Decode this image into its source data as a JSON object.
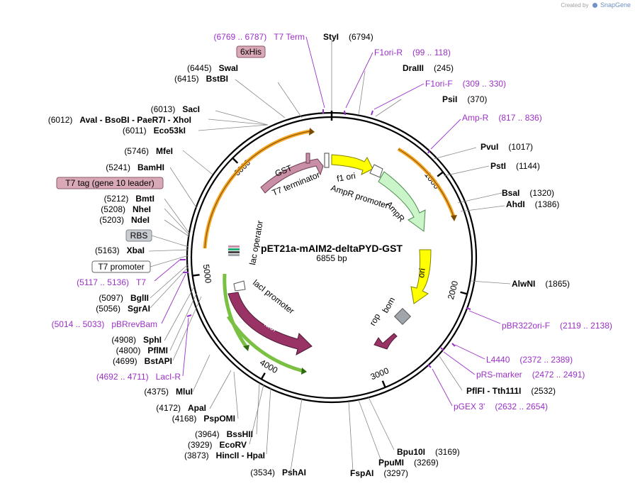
{
  "branding": {
    "created_by": "Created by",
    "product": "SnapGene"
  },
  "plasmid": {
    "name": "pET21a-mAIM2-deltaPYD-GST",
    "length": "6855 bp"
  },
  "ticks": [
    {
      "pos": 1000,
      "label": "1000"
    },
    {
      "pos": 2000,
      "label": "2000"
    },
    {
      "pos": 3000,
      "label": "3000"
    },
    {
      "pos": 4000,
      "label": "4000"
    },
    {
      "pos": 5000,
      "label": "5000"
    },
    {
      "pos": 6000,
      "label": "6000"
    }
  ],
  "colors": {
    "gst": "#c98fa6",
    "ampr": "#c9f5c9",
    "f1ori": "#ffff00",
    "ori": "#ffff00",
    "laci": "#993366",
    "rop": "#993366",
    "arrow_orange": "#f5a623",
    "arrow_green": "#5aa02c",
    "primer": "#9b30c8"
  },
  "features": [
    {
      "label": "GST"
    },
    {
      "label": "T7 terminator"
    },
    {
      "label": "f1 ori"
    },
    {
      "label": "AmpR promoter"
    },
    {
      "label": "AmpR"
    },
    {
      "label": "ori"
    },
    {
      "label": "rop"
    },
    {
      "label": "bom"
    },
    {
      "label": "lacI"
    },
    {
      "label": "lacI promoter"
    },
    {
      "label": "lac operator"
    }
  ],
  "boxed_tags": [
    {
      "label": "6xHis"
    },
    {
      "label": "T7 tag (gene 10 leader)"
    },
    {
      "label": "RBS"
    },
    {
      "label": "T7 promoter"
    }
  ],
  "sites_right": [
    {
      "name": "StyI",
      "pos": "(6794)"
    },
    {
      "name": "DraIII",
      "pos": "(245)"
    },
    {
      "name": "PsiI",
      "pos": "(370)"
    },
    {
      "name": "PvuI",
      "pos": "(1017)"
    },
    {
      "name": "PstI",
      "pos": "(1144)"
    },
    {
      "name": "BsaI",
      "pos": "(1320)"
    },
    {
      "name": "AhdI",
      "pos": "(1386)"
    },
    {
      "name": "AlwNI",
      "pos": "(1865)"
    },
    {
      "name": "PflFI - Tth111I",
      "pos": "(2532)"
    },
    {
      "name": "Bpu10I",
      "pos": "(3169)"
    },
    {
      "name": "PpuMI",
      "pos": "(3269)"
    },
    {
      "name": "FspAI",
      "pos": "(3297)"
    }
  ],
  "sites_left": [
    {
      "name": "SwaI",
      "pos": "(6445)"
    },
    {
      "name": "BstBI",
      "pos": "(6415)"
    },
    {
      "name": "SacI",
      "pos": "(6013)"
    },
    {
      "name": "AvaI - BsoBI - PaeR7I - XhoI",
      "pos": "(6012)"
    },
    {
      "name": "Eco53kI",
      "pos": "(6011)"
    },
    {
      "name": "MfeI",
      "pos": "(5746)"
    },
    {
      "name": "BamHI",
      "pos": "(5241)"
    },
    {
      "name": "BmtI",
      "pos": "(5212)"
    },
    {
      "name": "NheI",
      "pos": "(5208)"
    },
    {
      "name": "NdeI",
      "pos": "(5203)"
    },
    {
      "name": "XbaI",
      "pos": "(5163)"
    },
    {
      "name": "BglII",
      "pos": "(5097)"
    },
    {
      "name": "SgrAI",
      "pos": "(5056)"
    },
    {
      "name": "SphI",
      "pos": "(4908)"
    },
    {
      "name": "PflMI",
      "pos": "(4800)"
    },
    {
      "name": "BstAPI",
      "pos": "(4699)"
    },
    {
      "name": "MluI",
      "pos": "(4375)"
    },
    {
      "name": "ApaI",
      "pos": "(4172)"
    },
    {
      "name": "PspOMI",
      "pos": "(4168)"
    },
    {
      "name": "BssHII",
      "pos": "(3964)"
    },
    {
      "name": "EcoRV",
      "pos": "(3929)"
    },
    {
      "name": "HincII - HpaI",
      "pos": "(3873)"
    },
    {
      "name": "PshAI",
      "pos": "(3534)"
    }
  ],
  "primers": [
    {
      "name": "T7 Term",
      "range": "(6769 .. 6787)"
    },
    {
      "name": "F1ori-R",
      "range": "(99 .. 118)"
    },
    {
      "name": "F1ori-F",
      "range": "(309 .. 330)"
    },
    {
      "name": "Amp-R",
      "range": "(817 .. 836)"
    },
    {
      "name": "pBR322ori-F",
      "range": "(2119 .. 2138)"
    },
    {
      "name": "L4440",
      "range": "(2372 .. 2389)"
    },
    {
      "name": "pRS-marker",
      "range": "(2472 .. 2491)"
    },
    {
      "name": "pGEX 3'",
      "range": "(2632 .. 2654)"
    },
    {
      "name": "T7",
      "range": "(5117 .. 5136)"
    },
    {
      "name": "pBRrevBam",
      "range": "(5014 .. 5033)"
    },
    {
      "name": "LacI-R",
      "range": "(4692 .. 4711)"
    }
  ]
}
